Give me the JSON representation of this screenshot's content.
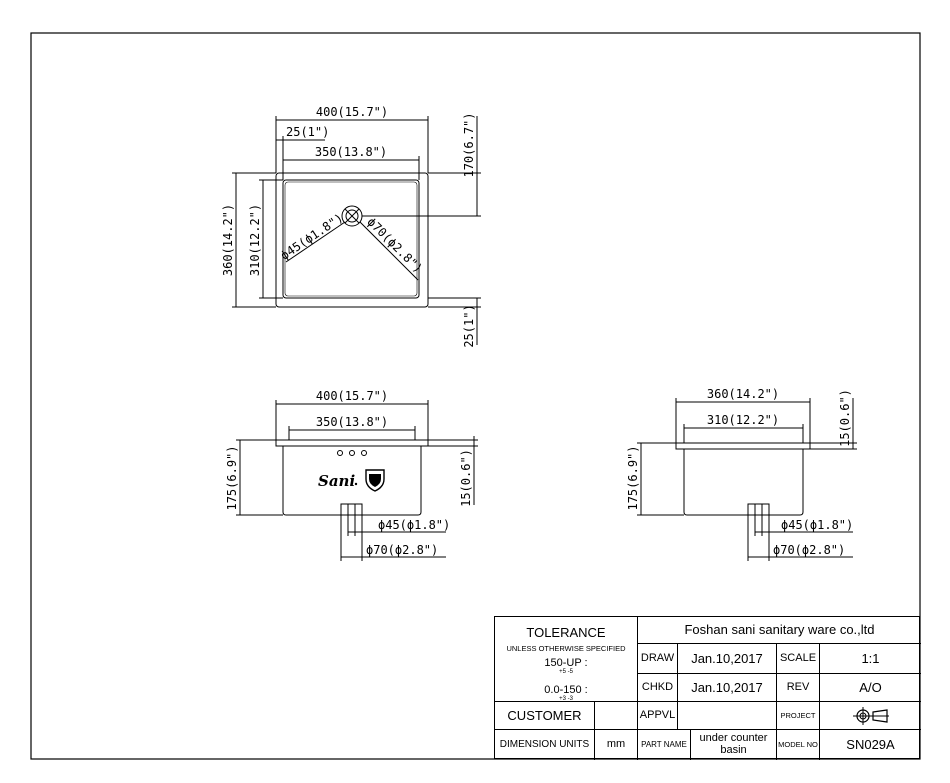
{
  "drawing": {
    "top_view": {
      "overall_width": "400(15.7\")",
      "rim_offset": "25(1\")",
      "bowl_width": "350(13.8\")",
      "drain_offset": "170(6.7\")",
      "overall_depth": "360(14.2\")",
      "bowl_depth": "310(12.2\")",
      "drain_inner": "ϕ45(ϕ1.8\")",
      "drain_outer": "ϕ70(ϕ2.8\")",
      "bottom_offset": "25(1\")"
    },
    "front_view": {
      "overall_width": "400(15.7\")",
      "bowl_width": "350(13.8\")",
      "height": "175(6.9\")",
      "rim_thickness": "15(0.6\")",
      "drain_inner": "ϕ45(ϕ1.8\")",
      "drain_outer": "ϕ70(ϕ2.8\")",
      "logo_text": "Sani"
    },
    "side_view": {
      "overall_width": "360(14.2\")",
      "bowl_width": "310(12.2\")",
      "rim_thickness": "15(0.6\")",
      "height": "175(6.9\")",
      "drain_inner": "ϕ45(ϕ1.8\")",
      "drain_outer": "ϕ70(ϕ2.8\")"
    }
  },
  "title_block": {
    "tolerance_title": "TOLERANCE",
    "unless_text": "UNLESS OTHERWISE SPECIFIED",
    "tol_line1": "150-UP :",
    "tol_line1_sup": "+5 -5",
    "tol_line2": "0.0-150 :",
    "tol_line2_sup": "+3 -3",
    "company": "Foshan sani sanitary ware co.,ltd",
    "draw_label": "DRAW",
    "draw_date": "Jan.10,2017",
    "scale_label": "SCALE",
    "scale_value": "1:1",
    "chkd_label": "CHKD",
    "chkd_date": "Jan.10,2017",
    "rev_label": "REV",
    "rev_value": "A/O",
    "customer_label": "CUSTOMER",
    "appvl_label": "APPVL",
    "project_label": "PROJECT",
    "dimension_units_label": "DIMENSION UNITS",
    "dimension_units_value": "mm",
    "part_name_label": "PART NAME",
    "part_name_value": "under counter basin",
    "model_no_label": "MODEL NO",
    "model_no_value": "SN029A"
  }
}
